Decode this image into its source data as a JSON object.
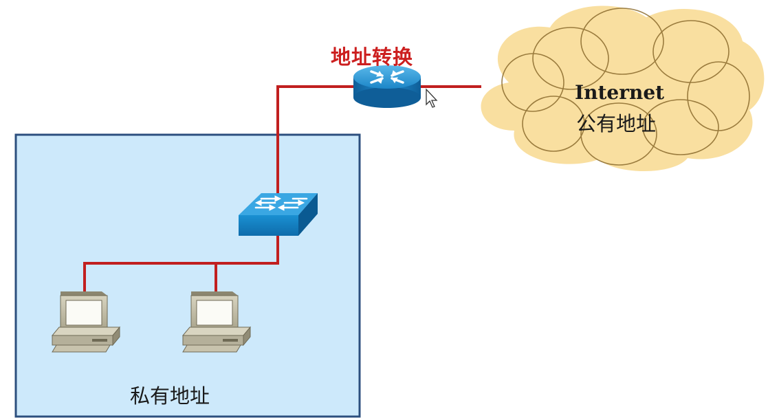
{
  "labels": {
    "nat": "地址转换",
    "internet": "Internet",
    "public_address": "公有地址",
    "private_address": "私有地址"
  },
  "colors": {
    "nat_label": "#cc1f1f",
    "text": "#1a1a1a",
    "link": "#c11f1f",
    "lan_fill": "#cde9fb",
    "lan_border": "#2c4f7e",
    "cloud_fill": "#f9dfa0",
    "cloud_stroke": "#8a6a2c",
    "device_blue": "#1a8fd0"
  },
  "icons": {
    "router": "router-icon",
    "switch": "switch-icon",
    "cloud": "cloud-icon",
    "pc": "pc-icon",
    "cursor": "mouse-cursor-icon"
  }
}
